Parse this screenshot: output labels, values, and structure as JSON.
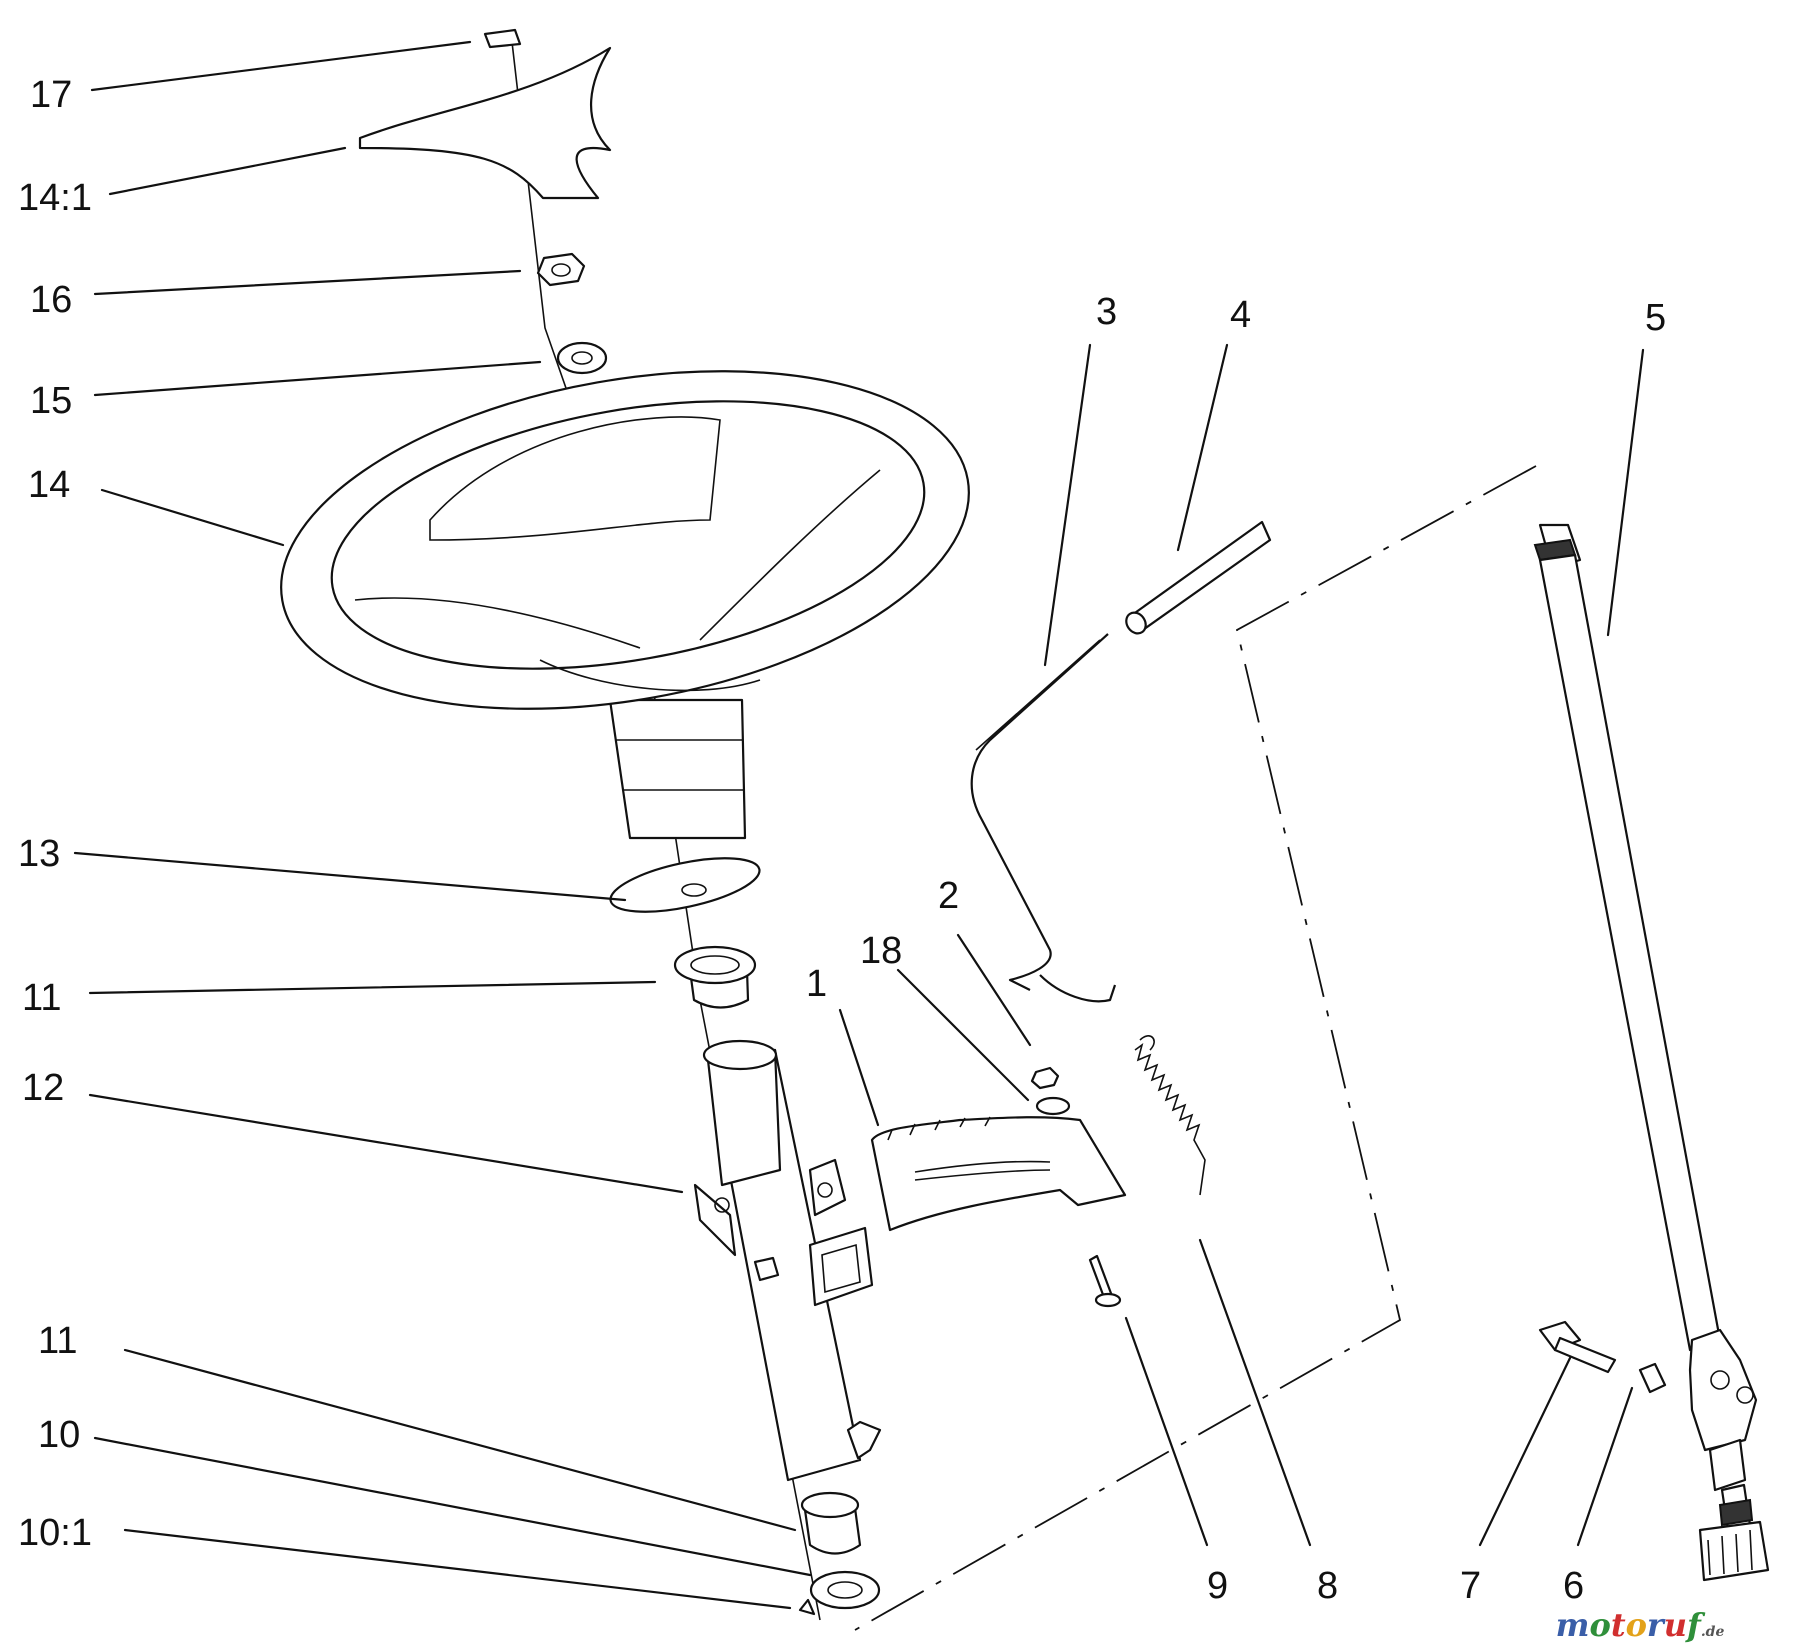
{
  "diagram": {
    "callouts": [
      {
        "id": "c17",
        "text": "17"
      },
      {
        "id": "c14-1",
        "text": "14:1"
      },
      {
        "id": "c16",
        "text": "16"
      },
      {
        "id": "c15",
        "text": "15"
      },
      {
        "id": "c14",
        "text": "14"
      },
      {
        "id": "c13",
        "text": "13"
      },
      {
        "id": "c11a",
        "text": "11"
      },
      {
        "id": "c12",
        "text": "12"
      },
      {
        "id": "c11b",
        "text": "11"
      },
      {
        "id": "c10",
        "text": "10"
      },
      {
        "id": "c10-1",
        "text": "10:1"
      },
      {
        "id": "c3",
        "text": "3"
      },
      {
        "id": "c4",
        "text": "4"
      },
      {
        "id": "c5",
        "text": "5"
      },
      {
        "id": "c2",
        "text": "2"
      },
      {
        "id": "c18",
        "text": "18"
      },
      {
        "id": "c1",
        "text": "1"
      },
      {
        "id": "c9",
        "text": "9"
      },
      {
        "id": "c8",
        "text": "8"
      },
      {
        "id": "c7",
        "text": "7"
      },
      {
        "id": "c6",
        "text": "6"
      }
    ],
    "watermark": {
      "text_main": "motoruf",
      "text_suffix": ".de",
      "letter_colors": [
        "#3a5ea8",
        "#2f8f3a",
        "#d12f2f",
        "#e3a21a",
        "#3a5ea8",
        "#d12f2f",
        "#2f8f3a"
      ]
    }
  }
}
